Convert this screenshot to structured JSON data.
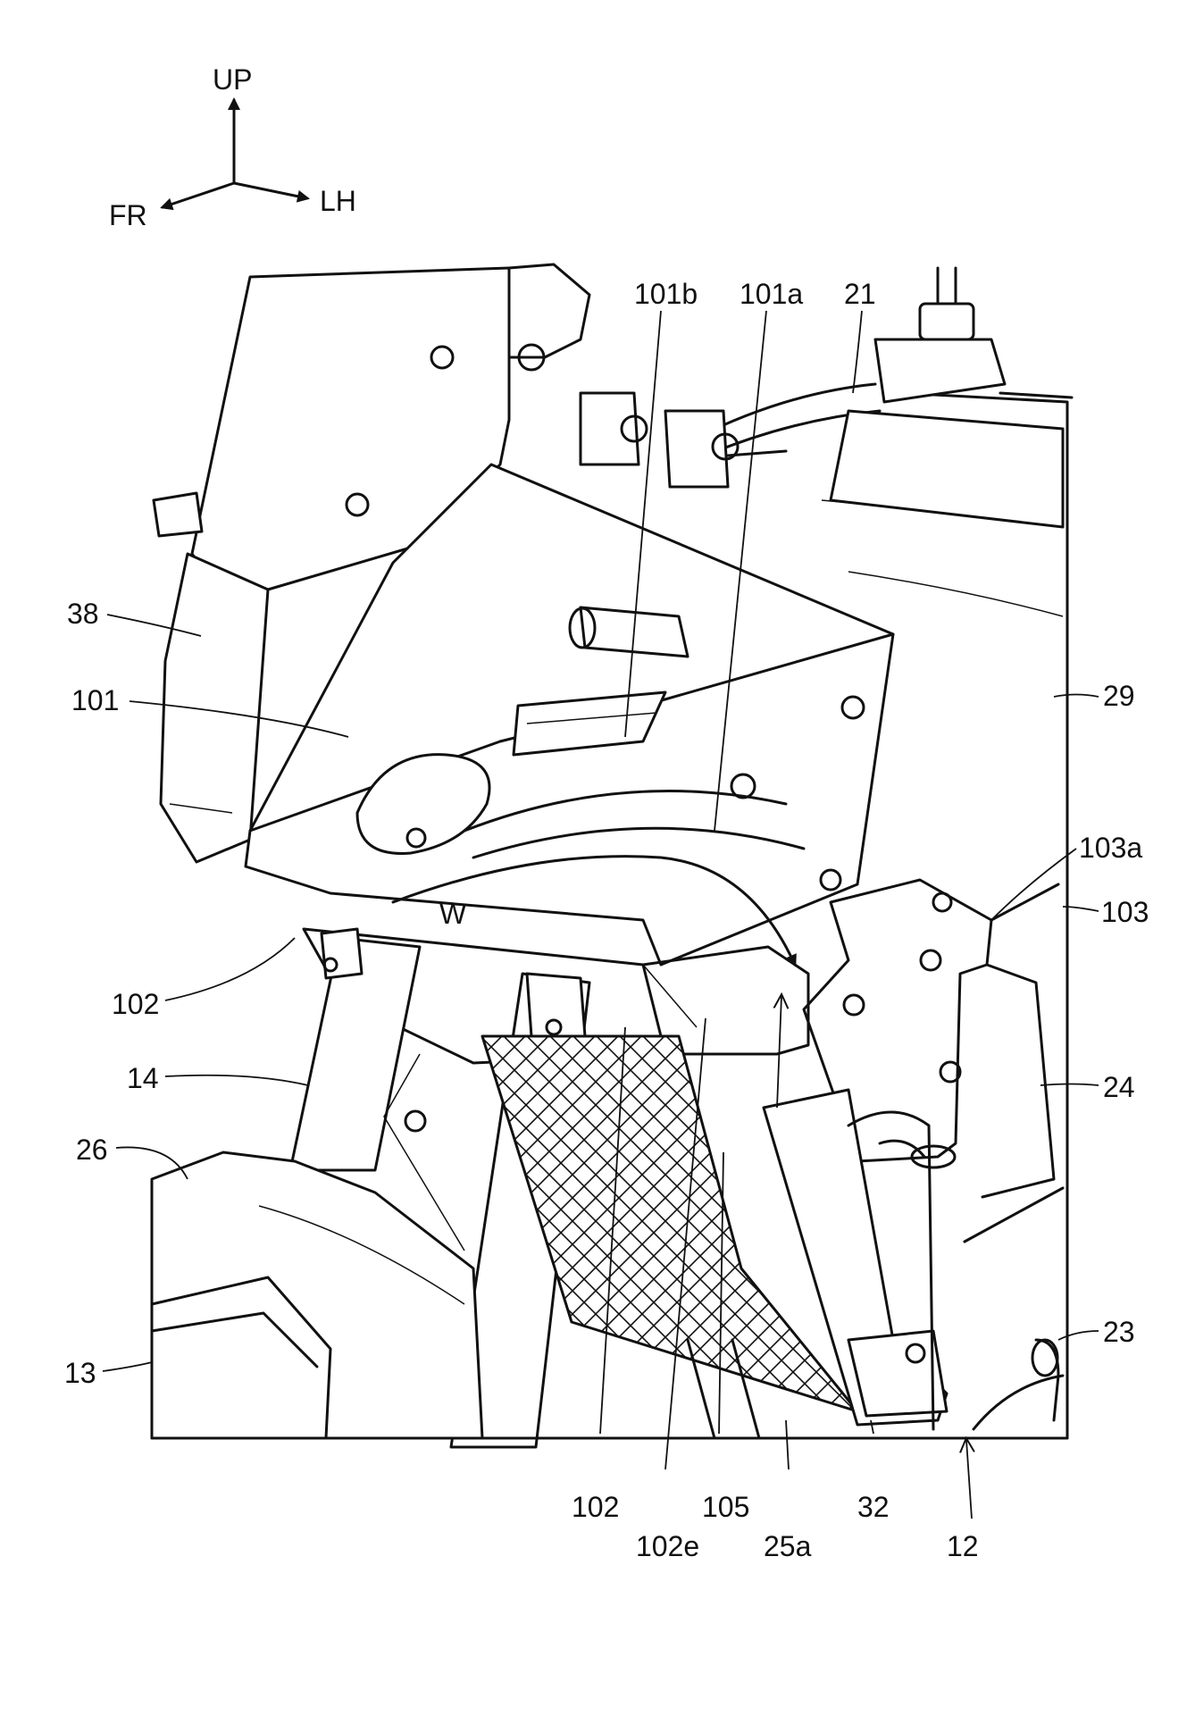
{
  "directions": {
    "up": "UP",
    "front": "FR",
    "left": "LH"
  },
  "labels": {
    "l101b": "101b",
    "l101a": "101a",
    "l21": "21",
    "l38": "38",
    "l101": "101",
    "l29": "29",
    "l103a": "103a",
    "l103": "103",
    "lW": "W",
    "l102_side": "102",
    "l14": "14",
    "l24": "24",
    "l26": "26",
    "l23": "23",
    "l13": "13",
    "l102_bottom": "102",
    "l102e": "102e",
    "l105": "105",
    "l25a": "25a",
    "l32": "32",
    "l12": "12"
  }
}
